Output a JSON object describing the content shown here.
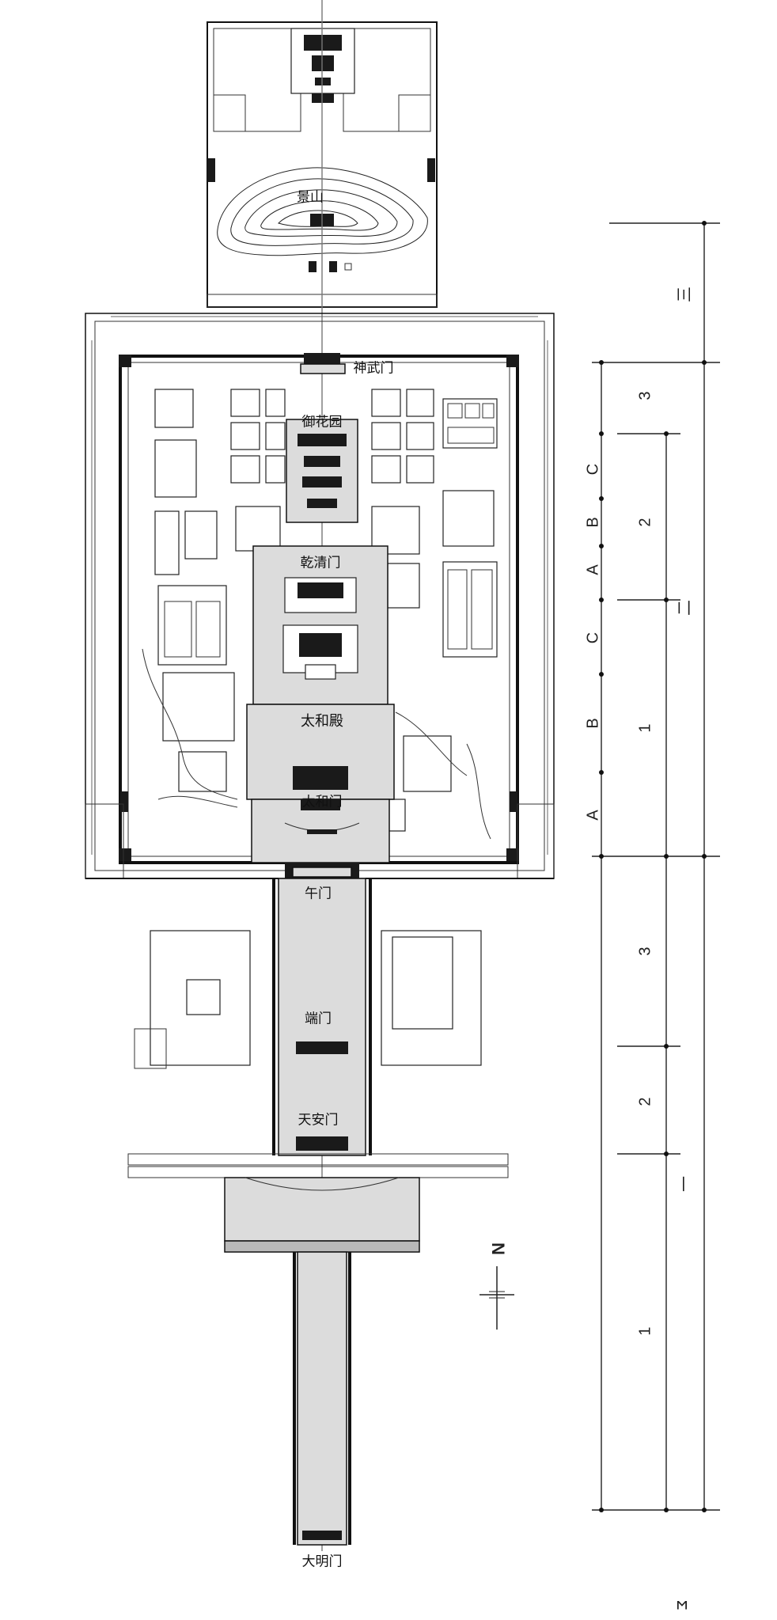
{
  "plan": {
    "labels": {
      "jingshan": "景山",
      "shenwumen": "神武门",
      "yuhuayuan": "御花园",
      "qianqingmen": "乾清门",
      "taihedian": "太和殿",
      "taihemen": "太和门",
      "wumen": "午门",
      "duanmen": "端门",
      "tiananmen": "天安门",
      "damingmen": "大明门"
    },
    "north_label": "N",
    "section_marks": {
      "s1": "一",
      "s2": "二",
      "s3": "三"
    },
    "scale_left": [
      "A",
      "B",
      "C",
      "A",
      "B",
      "C"
    ],
    "scale_mid": [
      "1",
      "2",
      "3",
      "3",
      "2",
      "1"
    ],
    "corner_glyph": "𐌼"
  }
}
